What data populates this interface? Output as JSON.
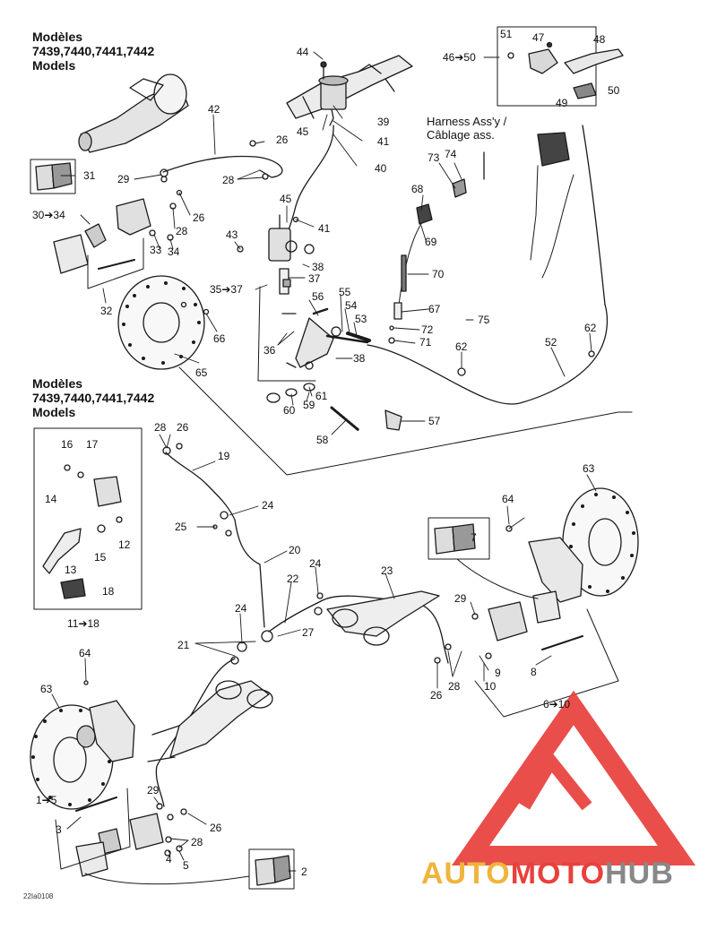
{
  "header_top": [
    "Modèles",
    "7439,7440,7441,7442",
    "Models"
  ],
  "header_mid": [
    "Modèles",
    "7439,7440,7441,7442",
    "Models"
  ],
  "harness_label": [
    "Harness Ass'y /",
    "Câblage ass."
  ],
  "drawing_code": "22Ia0108",
  "watermark": {
    "part1": "AUTO",
    "part2": "MOTO",
    "part3": "HUB"
  },
  "colors": {
    "watermark_red": "#e8403c",
    "watermark_orange": "#f0b43c",
    "watermark_grey": "#888888"
  },
  "labels": {
    "l44": "44",
    "l42": "42",
    "l46_50": "46➔50",
    "l51": "51",
    "l47": "47",
    "l48": "48",
    "l50": "50",
    "l49": "49",
    "l39": "39",
    "l41a": "41",
    "l45a": "45",
    "l26a": "26",
    "l40": "40",
    "l31": "31",
    "l29a": "29",
    "l28a": "28",
    "l26b": "26",
    "l30_34": "30➔34",
    "l28b": "28",
    "l33": "33",
    "l34": "34",
    "l45b": "45",
    "l41b": "41",
    "l43": "43",
    "l38a": "38",
    "l37": "37",
    "l35_37": "35➔37",
    "l32": "32",
    "l36": "36",
    "l66": "66",
    "l65": "65",
    "l73": "73",
    "l74": "74",
    "l68": "68",
    "l69": "69",
    "l70": "70",
    "l56": "56",
    "l55": "55",
    "l54": "54",
    "l53": "53",
    "l67": "67",
    "l75": "75",
    "l72": "72",
    "l71": "71",
    "l62a": "62",
    "l62b": "62",
    "l52": "52",
    "l38b": "38",
    "l61": "61",
    "l60": "60",
    "l59": "59",
    "l57": "57",
    "l58": "58",
    "l28c": "28",
    "l26c": "26",
    "l19": "19",
    "l16": "16",
    "l17": "17",
    "l14": "14",
    "l12": "12",
    "l15": "15",
    "l13": "13",
    "l18": "18",
    "l11_18": "11➔18",
    "l24a": "24",
    "l25": "25",
    "l20": "20",
    "l63a": "63",
    "l64a": "64",
    "l7": "7",
    "l22": "22",
    "l24b": "24",
    "l23": "23",
    "l29b": "29",
    "l24c": "24",
    "l27": "27",
    "l21": "21",
    "l9": "9",
    "l8": "8",
    "l10": "10",
    "l26d": "26",
    "l28d": "28",
    "l6_10": "6➔10",
    "l64b": "64",
    "l63b": "63",
    "l1_5": "1➔5",
    "l3": "3",
    "l29c": "29",
    "l26e": "26",
    "l28e": "28",
    "l4": "4",
    "l5": "5",
    "l2": "2"
  }
}
